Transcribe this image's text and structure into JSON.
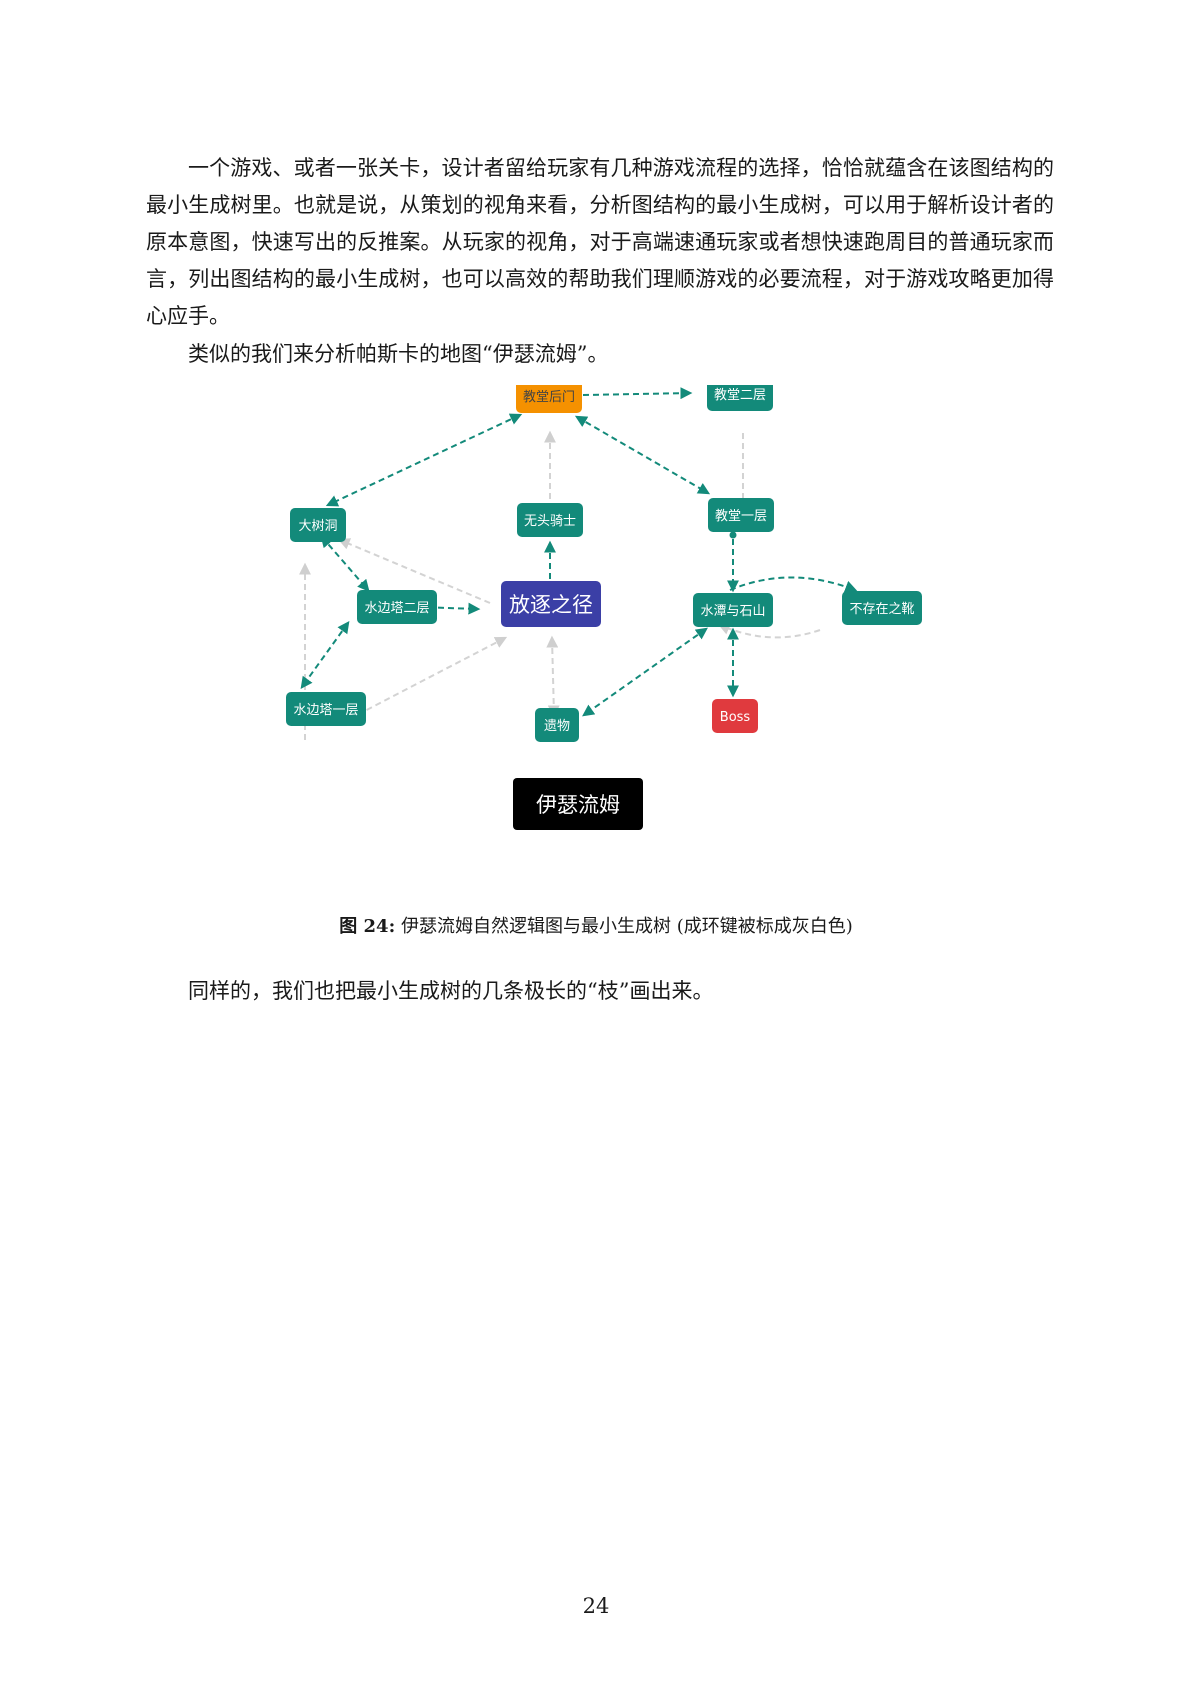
{
  "body": {
    "paragraph_1": "一个游戏、或者一张关卡，设计者留给玩家有几种游戏流程的选择，恰恰就蕴含在该图结构的最小生成树里。也就是说，从策划的视角来看，分析图结构的最小生成树，可以用于解析设计者的原本意图，快速写出的反推案。从玩家的视角，对于高端速通玩家或者想快速跑周目的普通玩家而言，列出图结构的最小生成树，也可以高效的帮助我们理顺游戏的必要流程，对于游戏攻略更加得心应手。",
    "paragraph_2": "类似的我们来分析帕斯卡的地图“伊瑟流姆”。",
    "paragraph_3": "同样的，我们也把最小生成树的几条极长的“枝”画出来。"
  },
  "figure": {
    "nodes": {
      "jiaotang_houmen": "教堂后门",
      "jiaotang_erceng": "教堂二层",
      "dashudong": "大树洞",
      "wutou_qishi": "无头骑士",
      "jiaotang_yiceng": "教堂一层",
      "shuibianta_erceng": "水边塔二层",
      "fangzhu_zhijing": "放逐之径",
      "shuitan_yu_shishan": "水潭与石山",
      "bucunzai_zhixue": "不存在之靴",
      "shuibianta_yiceng": "水边塔一层",
      "yiwu": "遗物",
      "boss": "Boss",
      "map_title": "伊瑟流姆"
    },
    "colors": {
      "tree_edge": "#138a7a",
      "cycle_edge": "#d3d3d3",
      "node_default": "#138a7a",
      "node_start": "#f59100",
      "node_hub": "#3b3fa6",
      "node_boss": "#e03a3e",
      "title_block": "#000000"
    },
    "caption_label": "图 24:",
    "caption_text": "伊瑟流姆自然逻辑图与最小生成树 (成环键被标成灰白色)"
  },
  "footer": {
    "page_number": "24"
  }
}
